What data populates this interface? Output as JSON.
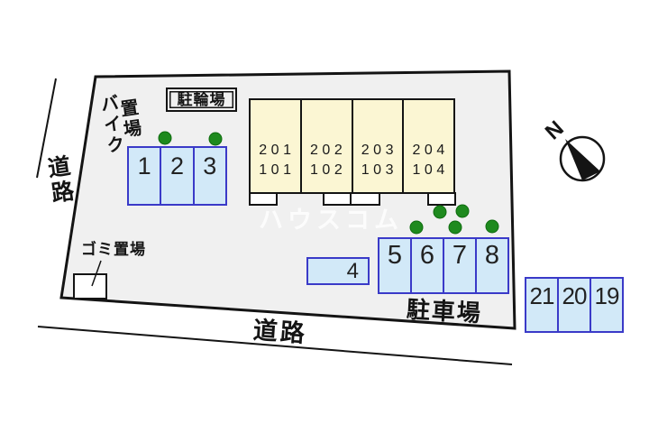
{
  "labels": {
    "bicycle_parking": "駐輪場",
    "bike_area_line1": "バイク",
    "bike_area_line2": "置場",
    "road_left": "道路",
    "road_bottom": "道路",
    "garbage_area": "ゴミ置場",
    "car_parking": "駐車場",
    "north": "N",
    "watermark": "ハウスコム"
  },
  "building": {
    "units": [
      {
        "upper": "201",
        "lower": "101"
      },
      {
        "upper": "202",
        "lower": "102"
      },
      {
        "upper": "203",
        "lower": "103"
      },
      {
        "upper": "204",
        "lower": "104"
      }
    ]
  },
  "spaces": {
    "bike": [
      "1",
      "2",
      "3"
    ],
    "single": "4",
    "row": [
      "5",
      "6",
      "7",
      "8"
    ],
    "outside": [
      "21",
      "20",
      "19"
    ]
  },
  "colors": {
    "site_fill": "#f0f0f0",
    "outline": "#141414",
    "building_fill": "#fbf6d3",
    "space_fill": "#d2e9f8",
    "space_border": "#3a3ac8",
    "tree_green": "#1e8a1e"
  }
}
